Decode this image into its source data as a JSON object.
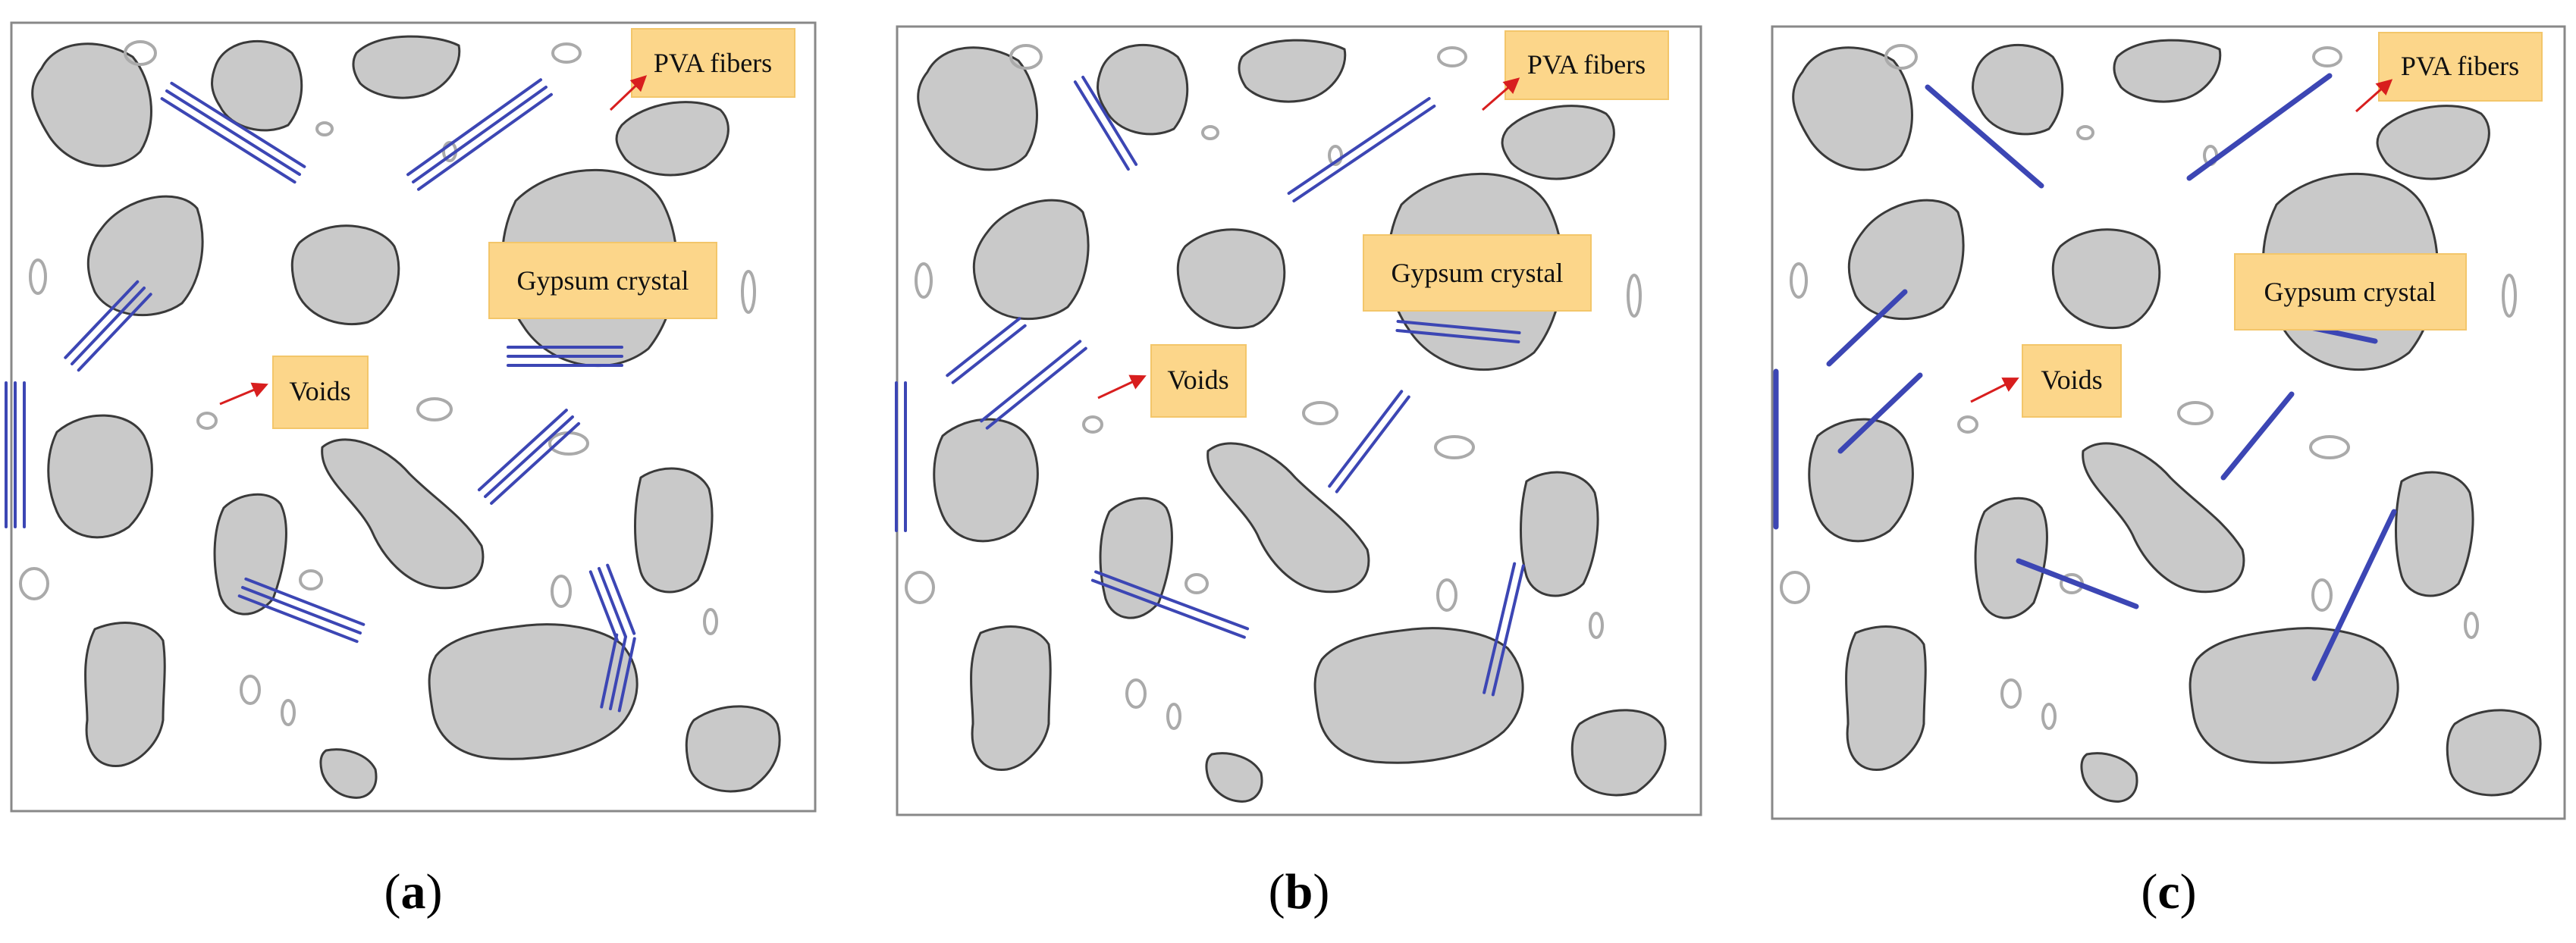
{
  "labels": {
    "fibers": "PVA fibers",
    "crystal": "Gypsum crystal",
    "voids": "Voids"
  },
  "panels": [
    {
      "letter": "a",
      "fiber_bundle": 3
    },
    {
      "letter": "b",
      "fiber_bundle": 2
    },
    {
      "letter": "c",
      "fiber_bundle": 1
    }
  ],
  "colors": {
    "fiber": "#3c46b4",
    "crystal_fill": "#c9c9c9",
    "crystal_stroke": "#3a3a3a",
    "void_stroke": "#aaaaaa",
    "label_bg": "#fcd68a",
    "arrow": "#d81e1e"
  }
}
